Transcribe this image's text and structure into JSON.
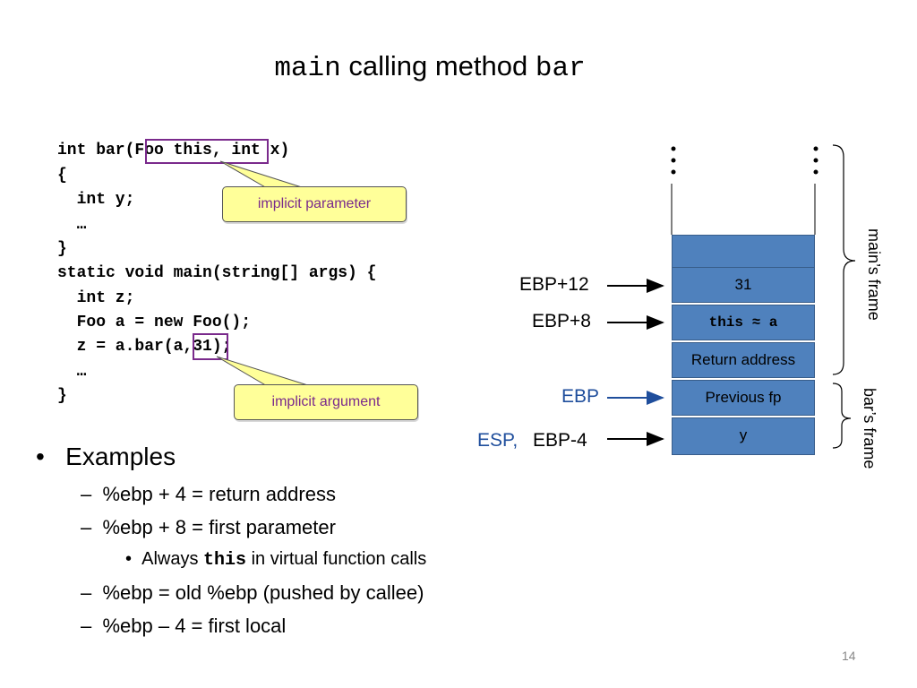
{
  "title": {
    "pre": "main",
    "mid": " calling method ",
    "post": "bar"
  },
  "code": {
    "lines": [
      "int bar(Foo this, int x)",
      "{",
      "  int y;",
      "  …",
      "}",
      "static void main(string[] args) {",
      "  int z;",
      "  Foo a = new Foo();",
      "  z = a.bar(a,31);",
      "  …",
      "}"
    ]
  },
  "callouts": {
    "param": "implicit parameter",
    "arg": "implicit argument"
  },
  "stack": {
    "cells": [
      "",
      "31",
      "this ≈ a",
      "Return address",
      "Previous fp",
      "y"
    ],
    "labels": {
      "ebp12": "EBP+12",
      "ebp8": "EBP+8",
      "ebp": "EBP",
      "esp": "ESP,",
      "ebpm4": "EBP-4"
    },
    "main_frame": "main’s frame",
    "bar_frame": "bar’s frame"
  },
  "colors": {
    "stack": "#4f81bd",
    "highlight": "#7a2a8c",
    "callout": "#ffff99",
    "ebp": "#1f4e9c"
  },
  "bullets": {
    "top": "Examples",
    "items": [
      "%ebp + 4 = return address",
      "%ebp + 8 = first parameter",
      "%ebp = old %ebp (pushed by callee)",
      "%ebp – 4  = first local"
    ],
    "sub_pre": "Always ",
    "sub_code": "this",
    "sub_post": " in virtual function calls"
  },
  "page_number": "14"
}
